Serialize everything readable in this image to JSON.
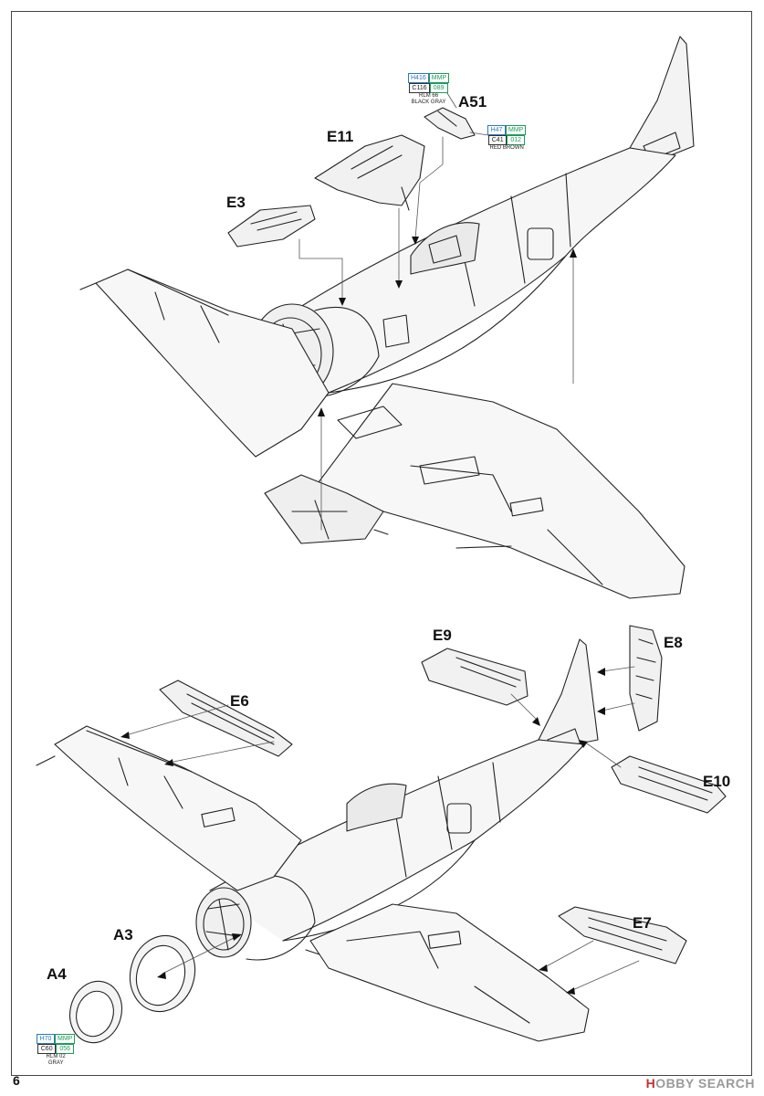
{
  "page_number": "6",
  "watermark": {
    "brand": "HOBBY SEARCH",
    "brand_mark": "H",
    "brand_rest": "OBBY SEARCH"
  },
  "parts": {
    "a51": "A51",
    "e11": "E11",
    "e3": "E3",
    "e9": "E9",
    "e8": "E8",
    "e6": "E6",
    "e10": "E10",
    "a3": "A3",
    "a4": "A4",
    "e7": "E7"
  },
  "color_callouts": {
    "black_gray": {
      "h": "H416",
      "mmp": "MMP",
      "c": "C116",
      "num": "089",
      "line1": "RLM 66",
      "line2": "BLACK GRAY"
    },
    "red_brown": {
      "h": "H47",
      "mmp": "MMP",
      "c": "C41",
      "num": "012",
      "line1": "RED BROWN"
    },
    "gray": {
      "h": "H70",
      "mmp": "MMP",
      "c": "C60",
      "num": "056",
      "line1": "RLM 02",
      "line2": "GRAY"
    }
  }
}
